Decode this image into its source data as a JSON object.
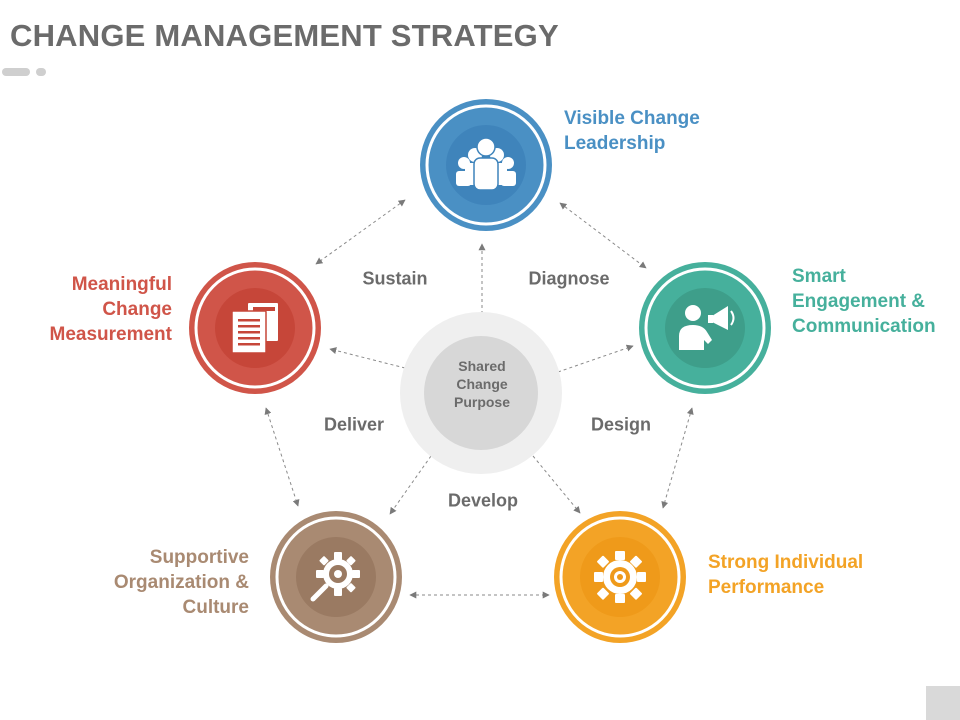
{
  "title": "CHANGE MANAGEMENT STRATEGY",
  "center": {
    "lines": [
      "Shared",
      "Change",
      "Purpose"
    ]
  },
  "stages": {
    "sustain": "Sustain",
    "diagnose": "Diagnose",
    "deliver": "Deliver",
    "design": "Design",
    "develop": "Develop"
  },
  "nodes": {
    "leadership": {
      "lines": [
        "Visible Change",
        "Leadership"
      ],
      "color": "#4a90c4",
      "icon": "people-group-icon"
    },
    "engagement": {
      "lines": [
        "Smart",
        "Engagement &",
        "Communication"
      ],
      "color": "#46b09c",
      "icon": "speaker-megaphone-icon"
    },
    "performance": {
      "lines": [
        "Strong Individual",
        "Performance"
      ],
      "color": "#f3a326",
      "icon": "gear-icon"
    },
    "culture": {
      "lines": [
        "Supportive",
        "Organization &",
        "Culture"
      ],
      "color": "#a98a72",
      "icon": "gear-search-icon"
    },
    "measurement": {
      "lines": [
        "Meaningful",
        "Change",
        "Measurement"
      ],
      "color": "#d05549",
      "icon": "documents-icon"
    }
  }
}
